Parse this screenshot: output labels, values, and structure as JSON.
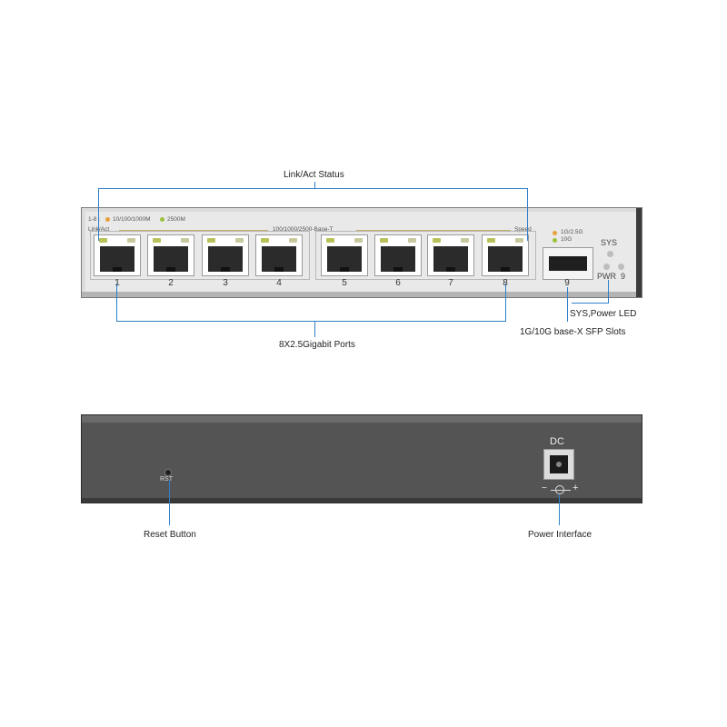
{
  "callouts": {
    "link_act_status": "Link/Act Status",
    "ports_label": "8X2.5Gigabit  Ports",
    "sys_power_led": "SYS,Power LED",
    "sfp_slots": "1G/10G base-X SFP Slots",
    "reset_button": "Reset Button",
    "power_interface": "Power Interface"
  },
  "front_panel": {
    "led_group_label": "1-8 :",
    "speed_low": "10/100/1000M",
    "speed_high": "2500M",
    "link_act": "Link/Act",
    "port_type": "100/1000/2500-Base-T",
    "speed": "Speed",
    "sfp_speed_low": "1G/2.5G",
    "sfp_speed_high": "10G",
    "sys": "SYS",
    "pwr": "PWR",
    "pwr_num": "9",
    "ports": [
      "1",
      "2",
      "3",
      "4",
      "5",
      "6",
      "7",
      "8"
    ],
    "sfp_port": "9"
  },
  "rear_panel": {
    "rst": "RST",
    "dc": "DC",
    "minus": "−",
    "plus": "+"
  },
  "colors": {
    "callout_line": "#2f7fc9",
    "led_orange": "#e8a23a",
    "led_green": "#9ac23c",
    "chassis_dark": "#545454"
  }
}
